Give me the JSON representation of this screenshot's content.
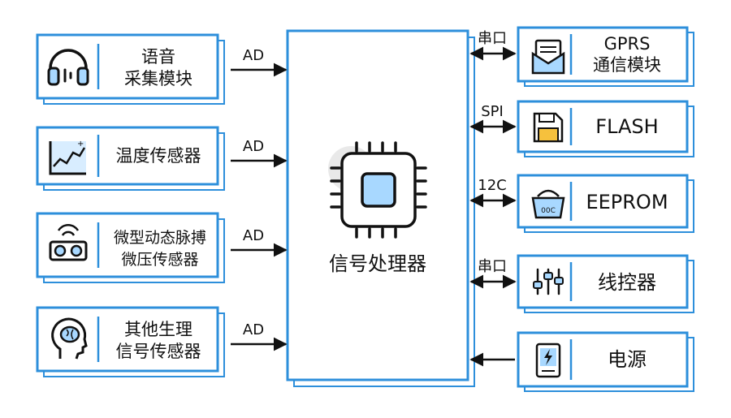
{
  "processor": {
    "label": "信号处理器"
  },
  "left_modules": [
    {
      "lines": [
        "语音",
        "采集模块"
      ],
      "icon": "headphones-icon",
      "link": "AD"
    },
    {
      "lines": [
        "温度传感器"
      ],
      "icon": "temperature-chart-icon",
      "link": "AD"
    },
    {
      "lines": [
        "微型动态脉搏",
        "微压传感器"
      ],
      "icon": "pulse-sensor-icon",
      "link": "AD"
    },
    {
      "lines": [
        "其他生理",
        "信号传感器"
      ],
      "icon": "brain-head-icon",
      "link": "AD"
    }
  ],
  "right_modules": [
    {
      "lines": [
        "GPRS",
        "通信模块"
      ],
      "icon": "mail-icon",
      "link": "串口",
      "direction": "both"
    },
    {
      "lines": [
        "FLASH"
      ],
      "icon": "floppy-disk-icon",
      "link": "SPI",
      "direction": "both"
    },
    {
      "lines": [
        "EEPROM"
      ],
      "icon": "storage-basket-icon",
      "link": "12C",
      "direction": "both"
    },
    {
      "lines": [
        "线控器"
      ],
      "icon": "sliders-icon",
      "link": "串口",
      "direction": "both"
    },
    {
      "lines": [
        "电源"
      ],
      "icon": "power-bank-icon",
      "link": "",
      "direction": "to-processor"
    }
  ],
  "colors": {
    "accent": "#2d8fdb",
    "chip_fill": "#a8d8ff",
    "line": "#111111"
  }
}
